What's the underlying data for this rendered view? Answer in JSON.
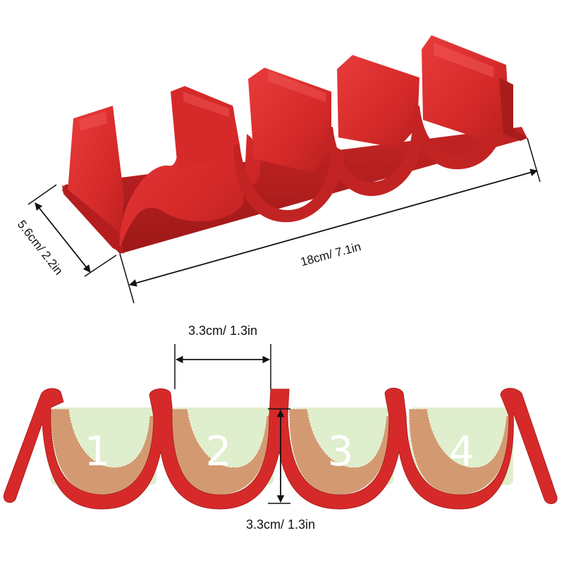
{
  "product": {
    "color": "#d92b2b",
    "color_dark": "#a81c1c",
    "color_light": "#f05555",
    "filling_color": "#d39a72",
    "shell_color": "#dfeecc"
  },
  "dimensions": {
    "length": "18cm/ 7.1in",
    "width": "5.6cm/ 2.2in",
    "slot_width": "3.3cm/ 1.3in",
    "slot_height": "3.3cm/ 1.3in"
  },
  "slots": [
    {
      "label": "1"
    },
    {
      "label": "2"
    },
    {
      "label": "3"
    },
    {
      "label": "4"
    }
  ]
}
